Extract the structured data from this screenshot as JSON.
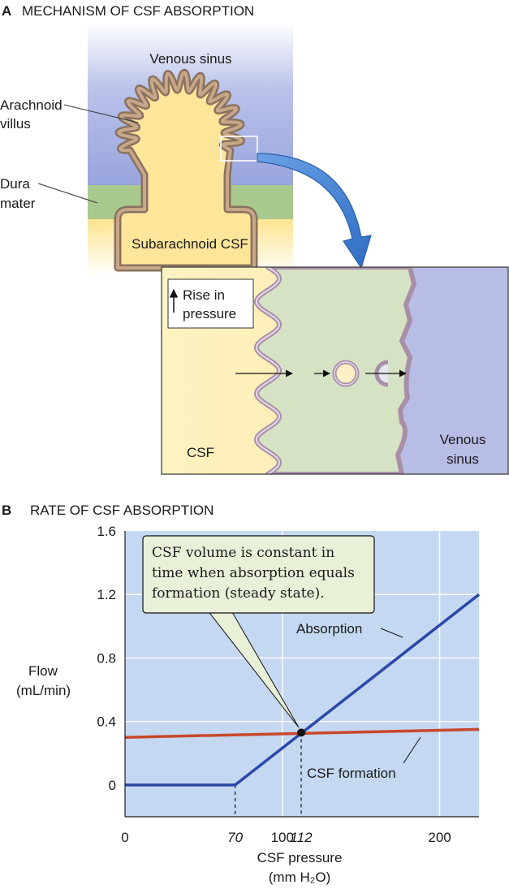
{
  "panel_a": {
    "letter": "A",
    "title": "MECHANISM OF CSF ABSORPTION",
    "labels": {
      "venous_sinus_top": "Venous sinus",
      "arachnoid_1": "Arachnoid",
      "arachnoid_2": "villus",
      "dura_1": "Dura",
      "dura_2": "mater",
      "subarachnoid": "Subarachnoid CSF"
    },
    "inset": {
      "rise_1": "Rise in",
      "rise_2": "pressure",
      "csf": "CSF",
      "venous_1": "Venous",
      "venous_2": "sinus"
    },
    "colors": {
      "venous_blue": "#9aa6de",
      "csf_yellow": "#fde59a",
      "dura_green": "#a9c98f",
      "villus_outline": "#8a7260",
      "arrow_blue": "#4c88d8"
    }
  },
  "panel_b": {
    "letter": "B",
    "title": "RATE OF CSF ABSORPTION",
    "callout": {
      "line1": "CSF volume is constant in",
      "line2": "time when absorption equals",
      "line3": "formation (steady state)."
    }
  },
  "chart_data": {
    "type": "line",
    "ylabel": [
      "Flow",
      "(mL/min)"
    ],
    "xlabel": [
      "CSF pressure",
      "(mm H₂O)"
    ],
    "xlim": [
      0,
      225
    ],
    "ylim": [
      -0.2,
      1.6
    ],
    "x_ticks": [
      {
        "value": 0,
        "label": "0",
        "italic": false
      },
      {
        "value": 70,
        "label": "70",
        "italic": true
      },
      {
        "value": 100,
        "label": "100",
        "italic": false
      },
      {
        "value": 112,
        "label": "112",
        "italic": true
      },
      {
        "value": 200,
        "label": "200",
        "italic": false
      }
    ],
    "y_ticks": [
      {
        "value": 0,
        "label": "0"
      },
      {
        "value": 0.4,
        "label": "0.4"
      },
      {
        "value": 0.8,
        "label": "0.8"
      },
      {
        "value": 1.2,
        "label": "1.2"
      },
      {
        "value": 1.6,
        "label": "1.6"
      }
    ],
    "grid": true,
    "series": [
      {
        "name": "Absorption",
        "color": "#2c47a8",
        "points": [
          [
            0,
            0
          ],
          [
            70,
            0
          ],
          [
            225,
            1.2
          ]
        ]
      },
      {
        "name": "CSF formation",
        "color": "#c8482a",
        "points": [
          [
            0,
            0.3
          ],
          [
            225,
            0.35
          ]
        ]
      }
    ],
    "intersection": {
      "x": 112,
      "y": 0.33
    },
    "colors": {
      "plot_bg": "#c4d8f1",
      "callout_bg": "#e8f0d8"
    }
  }
}
